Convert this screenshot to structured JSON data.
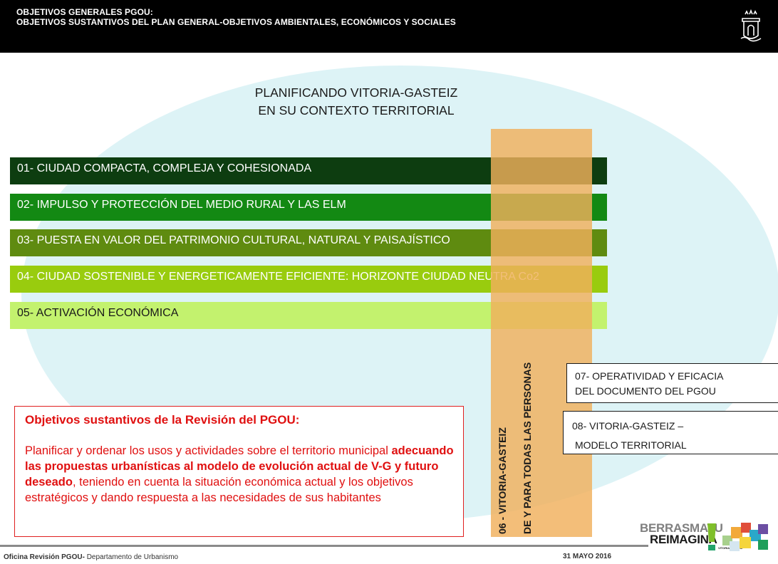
{
  "header": {
    "line1": "OBJETIVOS GENERALES PGOU:",
    "line2": "OBJETIVOS SUSTANTIVOS DEL PLAN GENERAL-OBJETIVOS AMBIENTALES, ECONÓMICOS Y SOCIALES"
  },
  "title": {
    "line1": "PLANIFICANDO VITORIA-GASTEIZ",
    "line2": "EN SU CONTEXTO TERRITORIAL"
  },
  "bars": [
    {
      "label": "01- CIUDAD COMPACTA, COMPLEJA Y COHESIONADA",
      "color": "#0d3d10"
    },
    {
      "label": "02- IMPULSO Y PROTECCIÓN DEL MEDIO RURAL Y LAS ELM",
      "color": "#138913"
    },
    {
      "label": "03- PUESTA EN VALOR DEL PATRIMONIO CULTURAL, NATURAL Y PAISAJÍSTICO",
      "color": "#5f8b10"
    },
    {
      "label": "04- CIUDAD SOSTENIBLE Y ENERGETICAMENTE EFICIENTE: HORIZONTE CIUDAD NEUTRA Co2",
      "color": "#99cc0e"
    },
    {
      "label": "05- ACTIVACIÓN ECONÓMICA",
      "color": "#c3f26e"
    }
  ],
  "vertical": {
    "line1": "06 - VITORIA-GASTEIZ",
    "line2": "DE Y PARA TODAS LAS PERSONAS",
    "color": "#f0b05c"
  },
  "box07": {
    "line1": "07- OPERATIVIDAD Y EFICACIA",
    "line2": "DEL DOCUMENTO DEL PGOU"
  },
  "box08": {
    "line1": "08- VITORIA-GASTEIZ –",
    "line2": "MODELO TERRITORIAL"
  },
  "objectives": {
    "heading": "Objetivos sustantivos de la Revisión del PGOU:",
    "part1": "Planificar y ordenar  los usos y actividades  sobre el territorio municipal ",
    "bold": " adecuando las propuestas urbanísticas  al modelo de evolución actual  de V-G y futuro deseado",
    "part2": ",  teniendo en cuenta  la situación económica actual y los objetivos estratégicos y dando respuesta a las necesidades de sus habitantes",
    "color": "#e01010"
  },
  "footer": {
    "office_bold": "Oficina Revisión PGOU-",
    "office_rest": " Departamento de Urbanismo",
    "date": "31 MAYO  2016"
  },
  "logo": {
    "line1": "BERRASMATU",
    "line2": "REIMAGINA",
    "line3": "VITORIA GASTEIZ"
  },
  "colors": {
    "ellipse": "#ddf3f6",
    "header_bg": "#000000"
  }
}
